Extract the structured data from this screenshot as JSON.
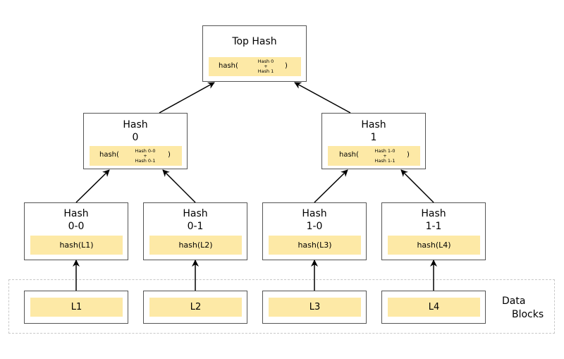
{
  "top": {
    "title": "Top Hash",
    "fn": "hash(",
    "parts": [
      "Hash 0",
      "+",
      "Hash 1"
    ],
    "close": ")"
  },
  "mid": [
    {
      "title1": "Hash",
      "title2": "0",
      "fn": "hash(",
      "parts": [
        "Hash 0-0",
        "+",
        "Hash 0-1"
      ],
      "close": ")"
    },
    {
      "title1": "Hash",
      "title2": "1",
      "fn": "hash(",
      "parts": [
        "Hash 1-0",
        "+",
        "Hash 1-1"
      ],
      "close": ")"
    }
  ],
  "leaves": [
    {
      "title1": "Hash",
      "title2": "0-0",
      "hash": "hash(L1)"
    },
    {
      "title1": "Hash",
      "title2": "0-1",
      "hash": "hash(L2)"
    },
    {
      "title1": "Hash",
      "title2": "1-0",
      "hash": "hash(L3)"
    },
    {
      "title1": "Hash",
      "title2": "1-1",
      "hash": "hash(L4)"
    }
  ],
  "blocks": [
    "L1",
    "L2",
    "L3",
    "L4"
  ],
  "data_label": [
    "Data",
    "Blocks"
  ],
  "colors": {
    "hash_fill": "#fde9a6",
    "border": "#555555",
    "dashed": "#c8c8c8"
  }
}
